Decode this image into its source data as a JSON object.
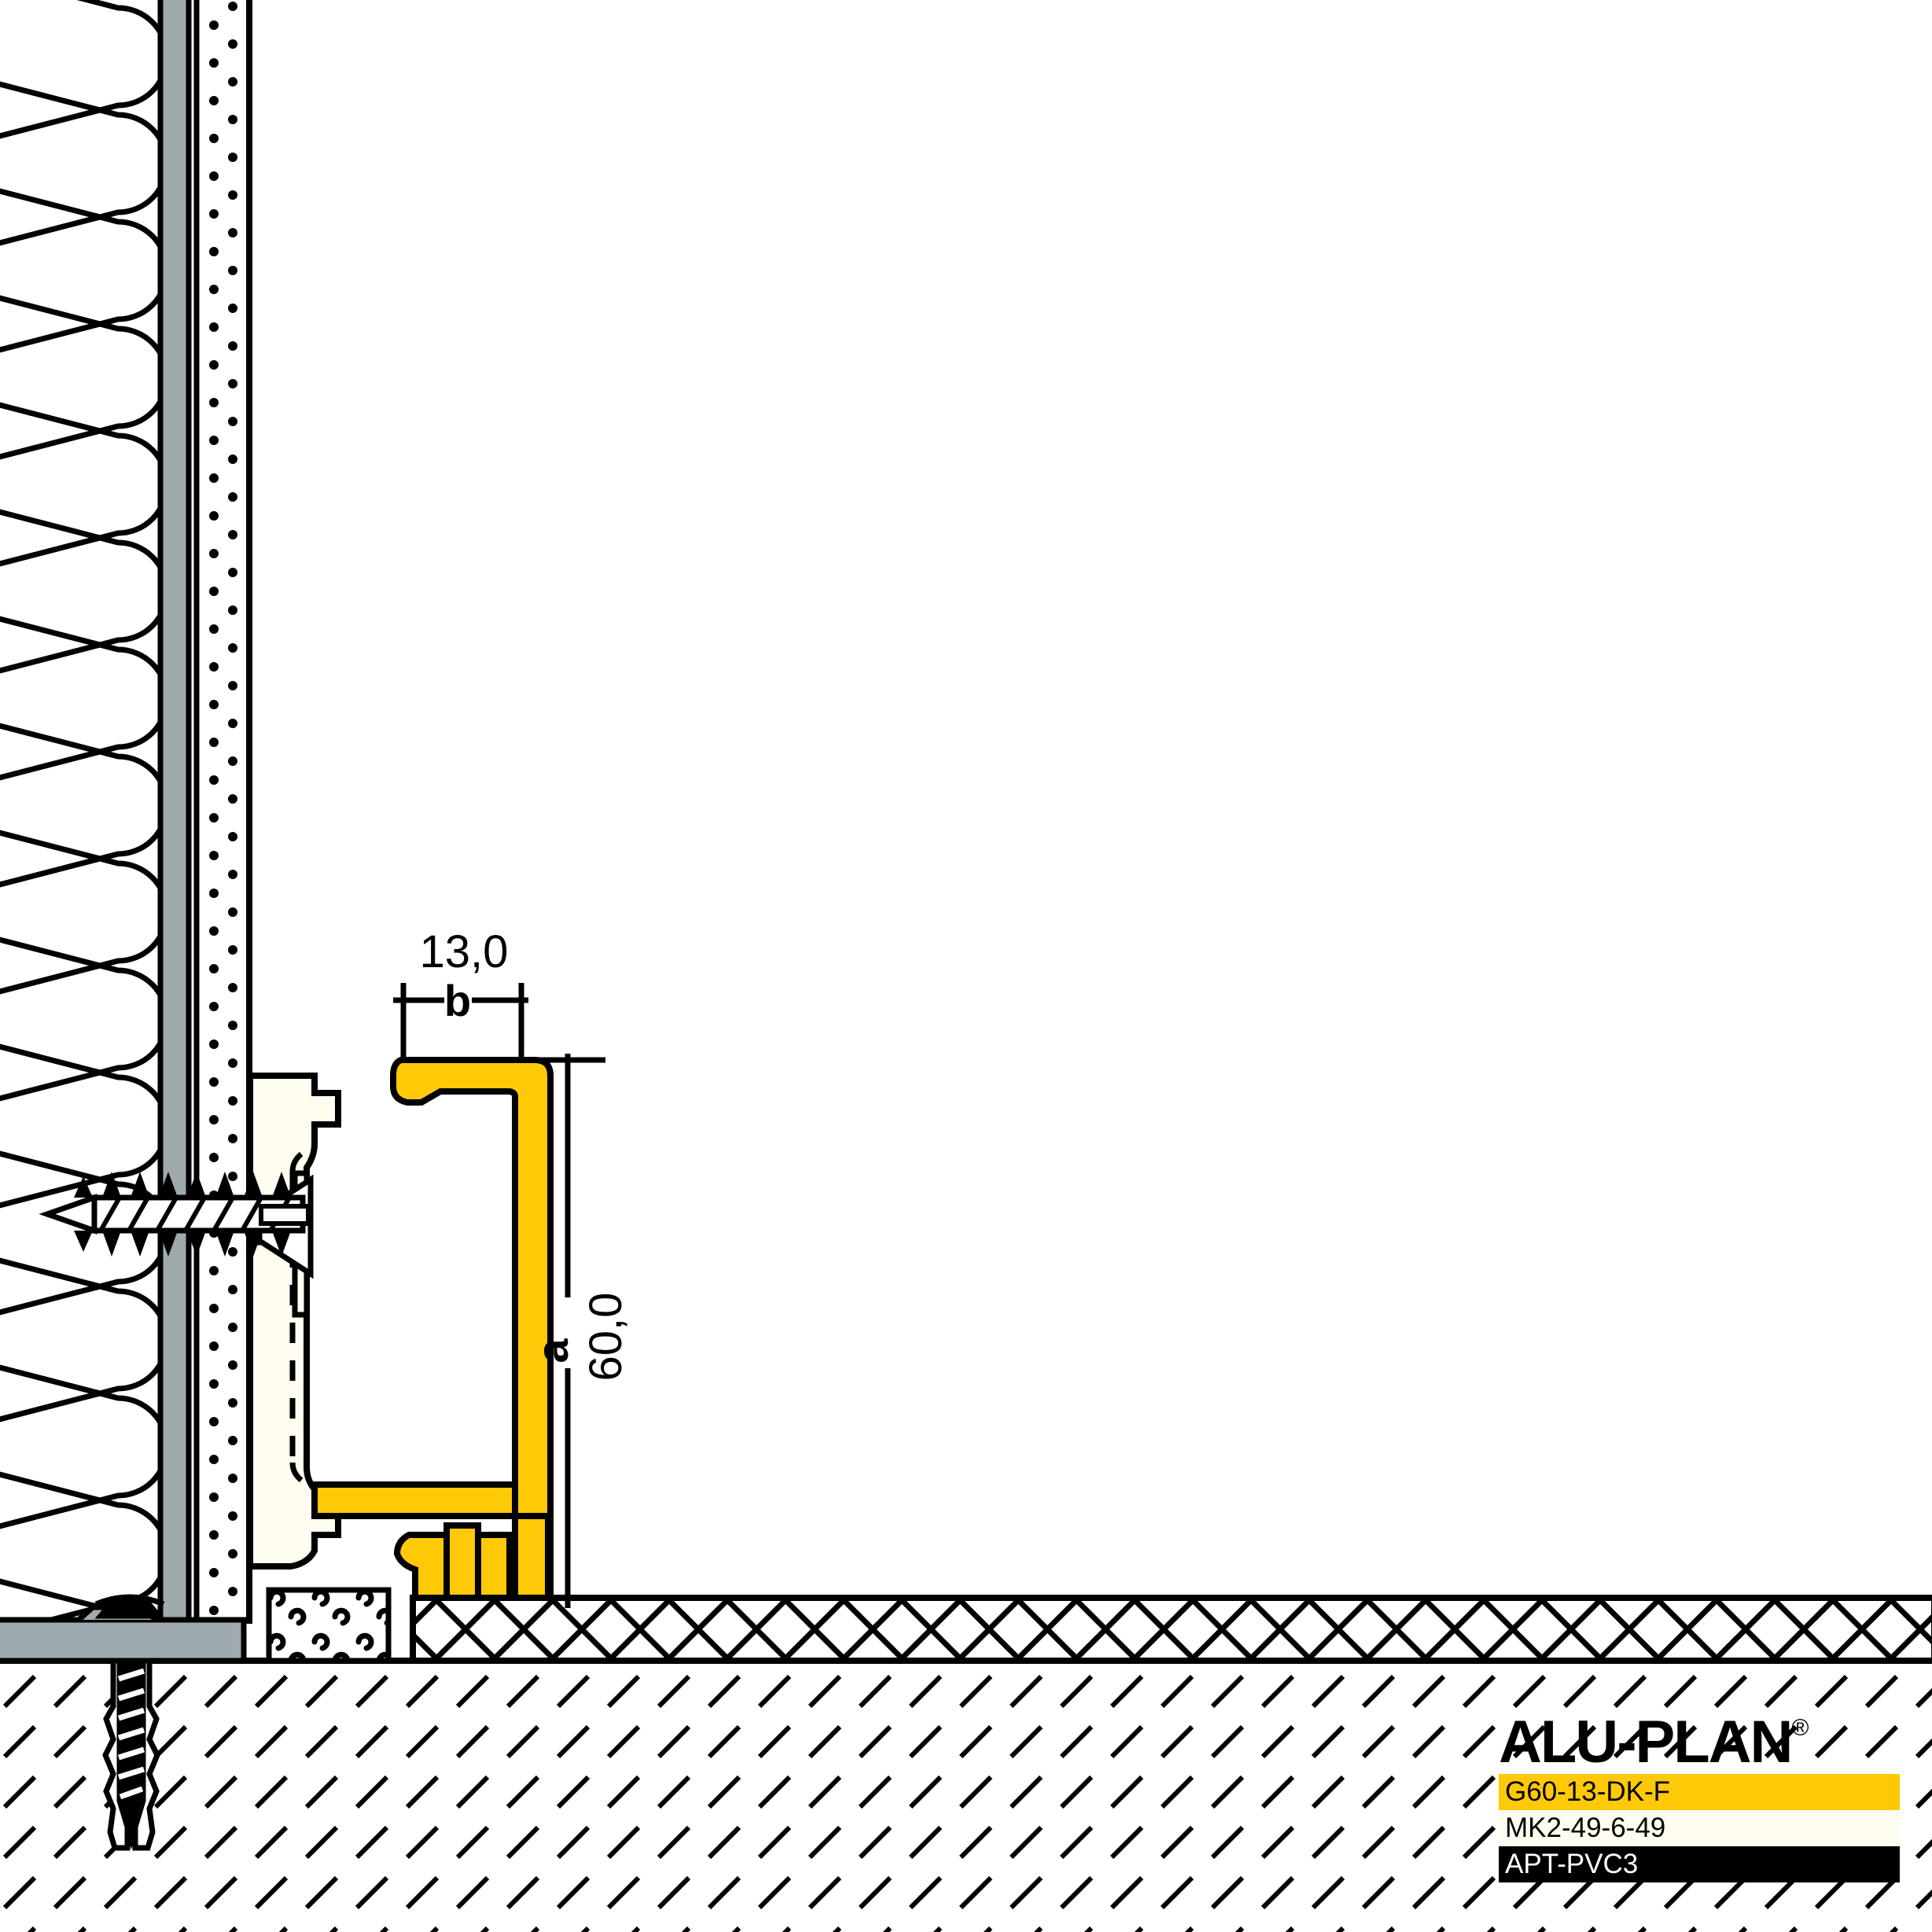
{
  "drawing": {
    "title": "ALU-PLAN skirting profile wall/floor junction detail",
    "dimensions": {
      "width_label": "13,0",
      "width_symbol": "b",
      "height_label": "60,0",
      "height_symbol": "a"
    },
    "colors": {
      "profile_yellow": "#FFC907",
      "profile_cream": "#FFFDF0",
      "metal_grey": "#9FAAAE",
      "outline_black": "#000000",
      "background_white": "#FFFFFF"
    },
    "components": [
      {
        "name": "mineral-wool-insulation",
        "label": ""
      },
      {
        "name": "metal-stud-sheet",
        "label": ""
      },
      {
        "name": "gypsum-board-dotted",
        "label": ""
      },
      {
        "name": "mounting-screw",
        "label": ""
      },
      {
        "name": "aluminium-skirting-profile",
        "label": ""
      },
      {
        "name": "floor-track",
        "label": ""
      },
      {
        "name": "granular-fill",
        "label": ""
      },
      {
        "name": "screed-layer",
        "label": ""
      },
      {
        "name": "concrete-slab",
        "label": ""
      },
      {
        "name": "wall-plug-anchor",
        "label": ""
      }
    ]
  },
  "label_block": {
    "brand": "ALU-PLA",
    "brand_last": "N",
    "registered": "®",
    "article_code": "G60-13-DK-F",
    "assembly_code": "MK2-49-6-49",
    "material_code": "APT-PVC3"
  }
}
